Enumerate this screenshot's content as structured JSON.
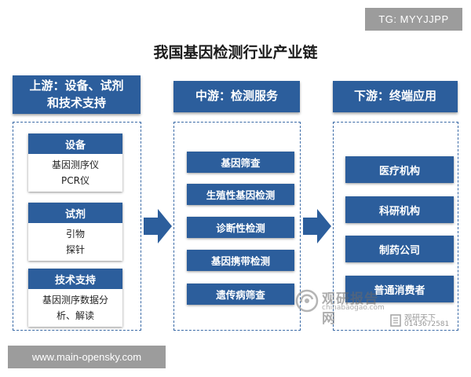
{
  "badge": "TG: MYYJJPP",
  "title": "我国基因检测行业产业链",
  "upstream": {
    "header": "上游：设备、试剂和技术支持",
    "header_line1": "上游：设备、试剂",
    "header_line2": "和技术支持",
    "groups": [
      {
        "title": "设备",
        "lines": [
          "基因测序仪",
          "PCR仪"
        ]
      },
      {
        "title": "试剂",
        "lines": [
          "引物",
          "探针"
        ]
      },
      {
        "title": "技术支持",
        "lines": [
          "基因测序数据分",
          "析、解读"
        ]
      }
    ]
  },
  "midstream": {
    "header": "中游：检测服务",
    "items": [
      "基因筛查",
      "生殖性基因检测",
      "诊断性检测",
      "基因携带检测",
      "遗传病筛查"
    ]
  },
  "downstream": {
    "header": "下游：终端应用",
    "items": [
      "医疗机构",
      "科研机构",
      "制药公司",
      "普通消费者"
    ]
  },
  "watermark": {
    "name": "观研报告网",
    "url": "chinabaogao.com"
  },
  "stamp": {
    "line1": "观研天下",
    "line2": "0143672581"
  },
  "footer": "www.main-opensky.com",
  "colors": {
    "primary": "#2c5e9c",
    "dash": "#3a6aa6",
    "badge": "#9c9c9c"
  }
}
